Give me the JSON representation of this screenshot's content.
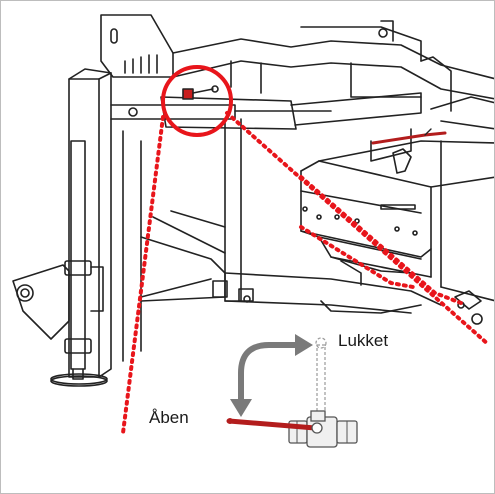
{
  "labels": {
    "closed": "Lukket",
    "open": "Åben"
  },
  "colors": {
    "outline": "#222222",
    "callout": "#e8151b",
    "handle": "#b31d1d",
    "arrow": "#7a7a7a",
    "ghost": "#9a9a9a"
  },
  "icons": {
    "highlight": "red-circle-callout",
    "arrow": "curved-arrow-icon",
    "valve": "ball-valve-icon"
  }
}
